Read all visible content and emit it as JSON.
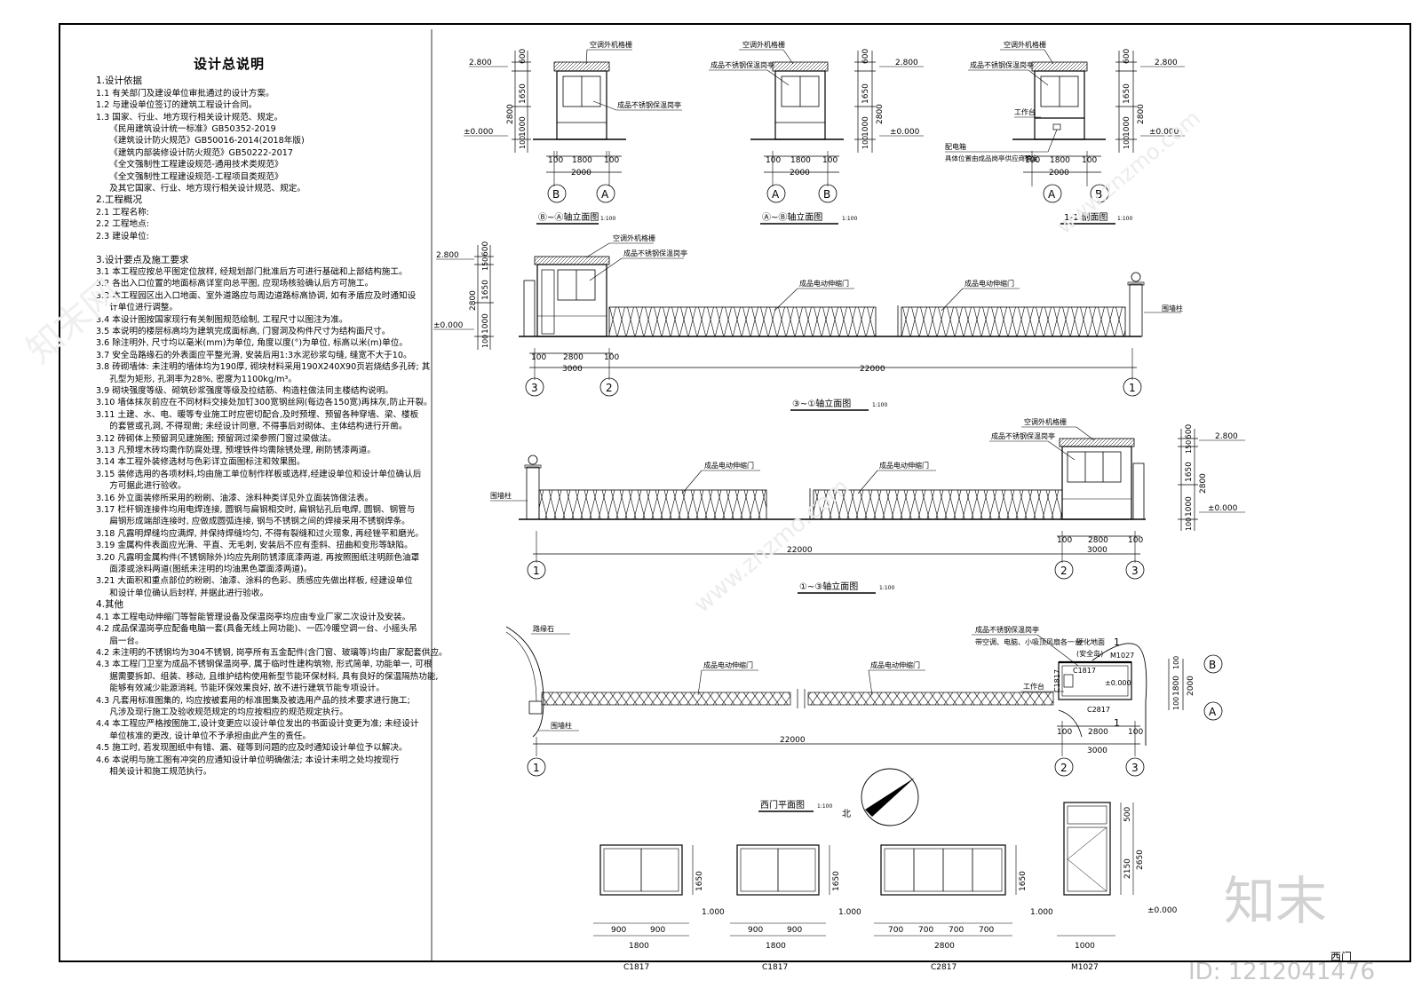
{
  "notes": {
    "title": "设计总说明",
    "lines": [
      {
        "t": "1.设计依据",
        "h": true
      },
      {
        "t": "1.1 有关部门及建设单位审批通过的设计方案。"
      },
      {
        "t": "1.2 与建设单位签订的建筑工程设计合同。"
      },
      {
        "t": "1.3 国家、行业、地方现行相关设计规范、规定。"
      },
      {
        "t": "     《民用建筑设计统一标准》GB50352-2019"
      },
      {
        "t": "     《建筑设计防火规范》GB50016-2014(2018年版)"
      },
      {
        "t": "     《建筑内部装修设计防火规范》GB50222-2017"
      },
      {
        "t": "     《全文强制性工程建设规范-通用技术类规范》"
      },
      {
        "t": "     《全文强制性工程建设规范-工程项目类规范》"
      },
      {
        "t": "     及其它国家、行业、地方现行相关设计规范、规定。"
      },
      {
        "t": "2.工程概况",
        "h": true
      },
      {
        "t": "2.1 工程名称:"
      },
      {
        "t": "2.2 工程地点:"
      },
      {
        "t": "2.3 建设单位:"
      },
      {
        "t": ""
      },
      {
        "t": "3.设计要点及施工要求",
        "h": true
      },
      {
        "t": "3.1 本工程应按总平图定位放样, 经规划部门批准后方可进行基础和上部结构施工。"
      },
      {
        "t": "3.2 各出入口位置的地面标高详室向总平图, 应现场核验确认后方可施工。"
      },
      {
        "t": "3.3 本工程园区出入口地面、室外道路应与周边道路标高协调, 如有矛盾应及时通知设"
      },
      {
        "t": "     计单位进行调整。"
      },
      {
        "t": "3.4 本设计图按国家现行有关制图规范绘制, 工程尺寸以图注为准。"
      },
      {
        "t": "3.5 本说明的楼层标高均为建筑完成面标高, 门窗洞及构件尺寸为结构面尺寸。"
      },
      {
        "t": "3.6 除注明外, 尺寸均以毫米(mm)为单位, 角度以度(°)为单位, 标高以米(m)单位。"
      },
      {
        "t": "3.7 安全岛路缘石的外表面应平整光滑, 安装后用1:3水泥砂浆勾缝, 缝宽不大于10。"
      },
      {
        "t": "3.8 砖砌墙体: 未注明的墙体均为190厚, 砌块材料采用190X240X90页岩烧结多孔砖; 其"
      },
      {
        "t": "     孔型为矩形, 孔洞率为28%, 密度为1100kg/m³。"
      },
      {
        "t": "3.9 砌块强度等级、砌筑砂浆强度等级及拉结筋、构造柱做法同主楼结构说明。"
      },
      {
        "t": "3.10 墙体抹灰前应在不同材料交接处加钉300宽钢丝网(每边各150宽)再抹灰,防止开裂。"
      },
      {
        "t": "3.11 土建、水、电、暖等专业施工时应密切配合,及时预埋、预留各种穿墙、梁、楼板"
      },
      {
        "t": "     的套管或孔洞, 不得现凿; 未经设计同意, 不得事后对砌体、主体结构进行开凿。"
      },
      {
        "t": "3.12 砖砌体上预留洞见建施图; 预留洞过梁参照门窗过梁做法。"
      },
      {
        "t": "3.13 凡预埋木砖均需作防腐处理, 预埋铁件均需除锈处理, 刷防锈漆两道。"
      },
      {
        "t": "3.14 本工程外装修选材与色彩详立面图标注和效果图。"
      },
      {
        "t": "3.15 装修选用的各项材料,均由施工单位制作样板或选样,经建设单位和设计单位确认后"
      },
      {
        "t": "     方可据此进行验收。"
      },
      {
        "t": "3.16 外立面装修所采用的粉刷、油漆、涂料种类详见外立面装饰做法表。"
      },
      {
        "t": "3.17 栏杆钢连接件均用电焊连接, 圆钢与扁钢相交时, 扁钢钻孔后电焊, 圆钢、钢管与"
      },
      {
        "t": "     扁钢形成端部连接时, 应做成圆弧连接, 钢与不锈钢之间的焊接采用不锈钢焊条。"
      },
      {
        "t": "3.18 凡露明焊缝均应满焊, 并保持焊缝均匀, 不得有裂缝和过火现象, 再经锉平和磨光。"
      },
      {
        "t": "3.19 金属构件表面应光滑、平直、无毛刺, 安装后不应有歪斜、扭曲和变形等缺陷。"
      },
      {
        "t": "3.20 凡露明金属构件(不锈钢除外)均应先刷防锈漆底漆两道, 再按照图纸注明颜色油罩"
      },
      {
        "t": "     面漆或涂料两道(图纸未注明的均油黑色罩面漆两道)。"
      },
      {
        "t": "3.21 大面积和重点部位的粉刷、油漆、涂料的色彩、质感应先做出样板, 经建设单位"
      },
      {
        "t": "     和设计单位确认后封样, 并据此进行验收。"
      },
      {
        "t": "4.其他",
        "h": true
      },
      {
        "t": "4.1 本工程电动伸缩门等智能管理设备及保温岗亭均应由专业厂家二次设计及安装。"
      },
      {
        "t": "4.2 成品保温岗亭应配备电脑一套(具备无线上网功能)、一匹冷暖空调一台、小摇头吊"
      },
      {
        "t": "     扇一台。"
      },
      {
        "t": "4.2 未注明的不锈钢均为304不锈钢, 岗亭所有五金配件(含门窗、玻璃等)均由厂家配套供应。"
      },
      {
        "t": "4.3 本工程门卫室为成品不锈钢保温岗亭, 属于临时性建构筑物, 形式简单, 功能单一, 可根"
      },
      {
        "t": "     据需要拆卸、组装、移动, 且维护结构使用新型节能环保材料, 具有良好的保温隔热功能,"
      },
      {
        "t": "     能够有效减少能源消耗, 节能环保效果良好, 故不进行建筑节能专项设计。"
      },
      {
        "t": "4.3 凡套用标准图集的, 均应按被套用的标准图集及被选用产品的技术要求进行施工;"
      },
      {
        "t": "     凡涉及现行施工及验收规范规定的均应按相应的规范规定执行。"
      },
      {
        "t": "4.4 本工程应严格按图施工,设计变更应以设计单位发出的书面设计变更为准; 未经设计"
      },
      {
        "t": "     单位核准的更改, 设计单位不予承担由此产生的责任。"
      },
      {
        "t": "4.5 施工时, 若发现图纸中有错、漏、碰等到问题的应及时通知设计单位予以解决。"
      },
      {
        "t": "4.6 本说明与施工图有冲突的应通知设计单位明确做法; 本设计未明之处均按现行"
      },
      {
        "t": "     相关设计和施工规范执行。"
      }
    ]
  },
  "labels": {
    "grille": "空调外机格栅",
    "booth": "成品不锈钢保温岗亭",
    "worktable": "工作台",
    "panel": "配电箱",
    "panel_note": "具体位置由成品岗亭供应商确定",
    "gate": "成品电动伸缩门",
    "post": "围墙柱",
    "curb": "路缘石",
    "booth_plan_1": "成品不锈钢保温岗亭",
    "booth_plan_2": "带空调、电脑、小吸顶风扇各一台",
    "floor": "硬化地面",
    "safety_island": "(安全岛)"
  },
  "levels": {
    "top": "2.800",
    "zero": "±0.000",
    "sill": "1.000"
  },
  "dims": {
    "d100": "100",
    "d1000": "1000",
    "d1650": "1650",
    "d150": "150",
    "d600": "600",
    "d2800": "2800",
    "d1800": "1800",
    "d2000": "2000",
    "d3000": "3000",
    "d22000": "22000",
    "d900": "900",
    "d700": "700",
    "d500": "500",
    "d2150": "2150",
    "d2650": "2650"
  },
  "axes": {
    "A": "A",
    "B": "B",
    "a1": "1",
    "a2": "2",
    "a3": "3"
  },
  "titles": {
    "ba": "Ⓑ~Ⓐ轴立面图",
    "ab": "Ⓐ~Ⓑ轴立面图",
    "sec": "1-1 剖面图",
    "e31": "③~①轴立面图",
    "e13": "①~③轴立面图",
    "plan": "西门平面图",
    "scale": "1:100",
    "north": "北"
  },
  "windows": {
    "c1817": "C1817",
    "c2817": "C2817",
    "m1027": "M1027"
  },
  "stamp": {
    "corner": "西门",
    "brand": "知末",
    "id": "ID: 1212041476",
    "wm_site": "www.znzmo.com",
    "wm_cn": "知末网"
  }
}
